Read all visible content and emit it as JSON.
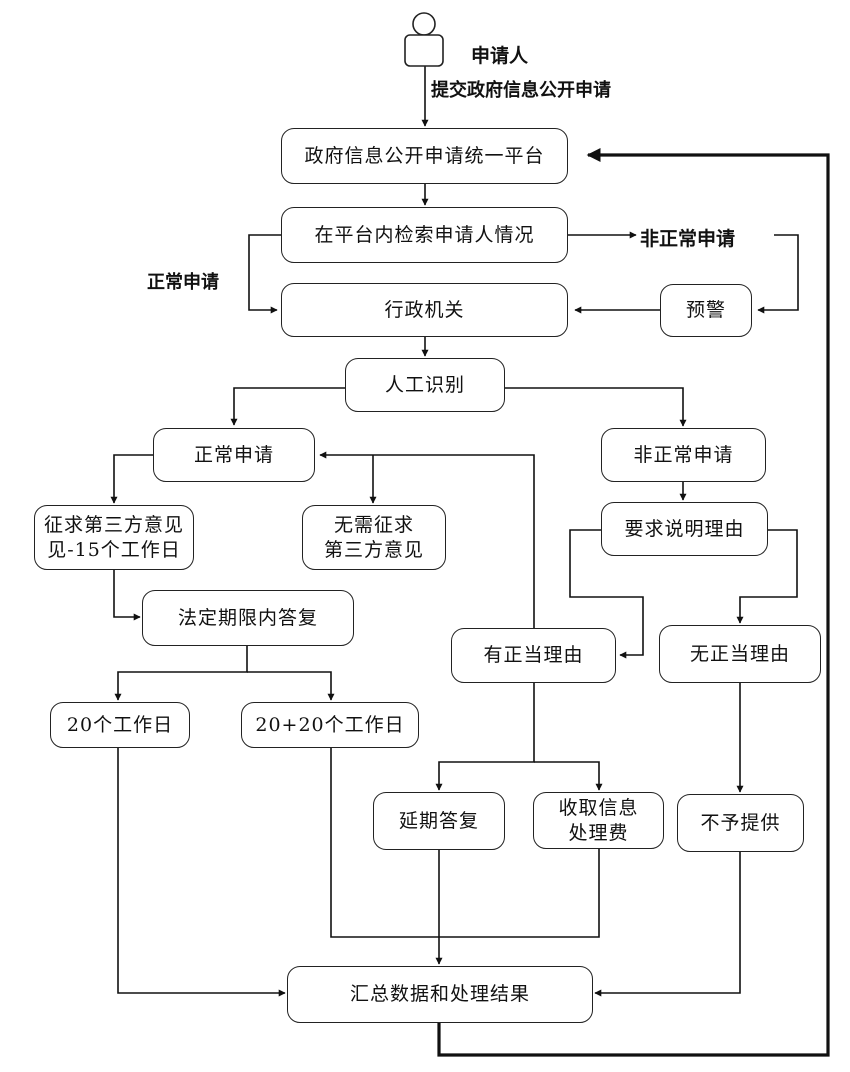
{
  "actor": {
    "name": "申请人",
    "action": "提交政府信息公开申请"
  },
  "nodes": {
    "platform": "政府信息公开申请统一平台",
    "search": "在平台内检索申请人情况",
    "agency": "行政机关",
    "warning": "预警",
    "identify": "人工识别",
    "normal": "正常申请",
    "abnormal": "非正常申请",
    "consult_line1": "征求第三方意见",
    "consult_line2": "见-15个工作日",
    "no_consult_line1": "无需征求",
    "no_consult_line2": "第三方意见",
    "explain": "要求说明理由",
    "legal_reply": "法定期限内答复",
    "justified": "有正当理由",
    "unjustified": "无正当理由",
    "days20": "20个工作日",
    "days20plus20": "20+20个工作日",
    "delay": "延期答复",
    "fee_line1": "收取信息",
    "fee_line2": "处理费",
    "refuse": "不予提供",
    "summary": "汇总数据和处理结果"
  },
  "labels": {
    "normal_label": "正常申请",
    "abnormal_label": "非正常申请"
  }
}
